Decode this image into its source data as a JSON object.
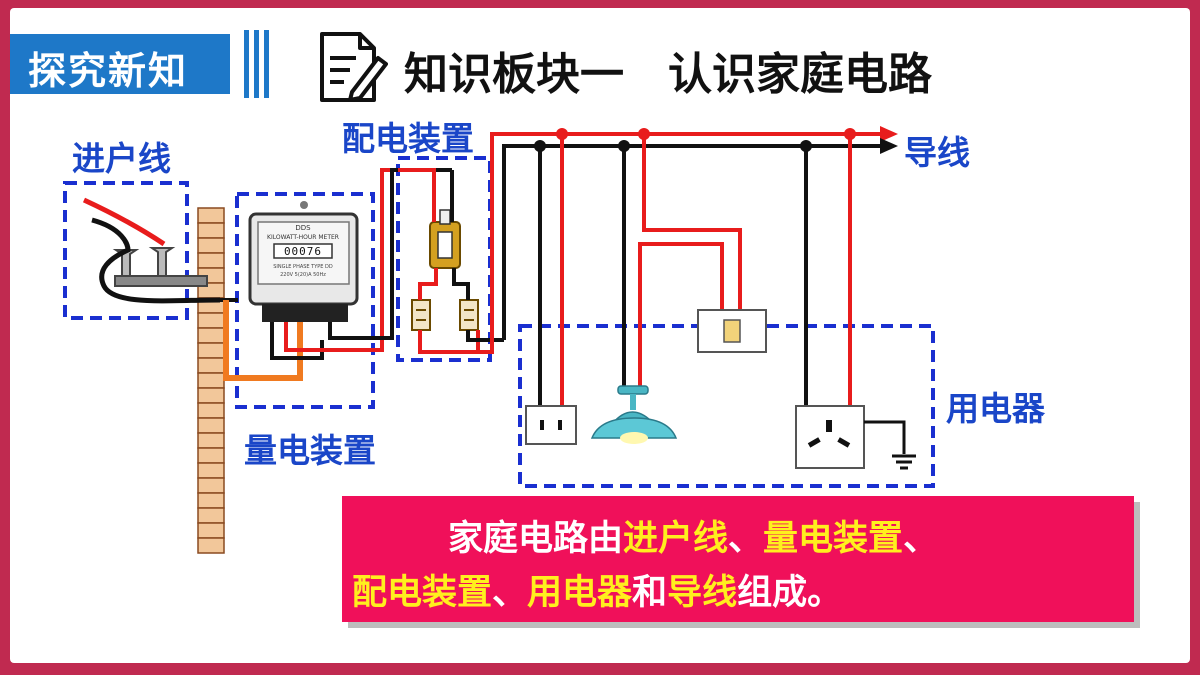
{
  "header": {
    "section_tag": "探究新知",
    "title": "知识板块一　认识家庭电路"
  },
  "labels": {
    "service_entrance": "进户线",
    "distribution": "配电装置",
    "metering": "量电装置",
    "conductor": "导线",
    "appliances": "用电器"
  },
  "meter": {
    "brand": "DDS",
    "name": "KILOWATT-HOUR METER",
    "digits": "00076",
    "spec_line1": "SINGLE PHASE TYPE DD",
    "spec_line2": "220V 5(20)A 50Hz"
  },
  "summary": {
    "p1": "家庭电路由",
    "h1": "进户线",
    "s1": "、",
    "h2": "量电装置",
    "s2": "、",
    "h3": "配电装置",
    "s3": "、",
    "h4": "用电器",
    "p2": "和",
    "h5": "导线",
    "p3": "组成。"
  },
  "colors": {
    "accent_blue": "#1e78c8",
    "label_blue": "#1a46c8",
    "dashed_box": "#1a2fd0",
    "live_wire": "#e81c1c",
    "neutral_wire": "#111111",
    "highlight": "#ffef1e",
    "summary_bg": "#f0105a"
  }
}
